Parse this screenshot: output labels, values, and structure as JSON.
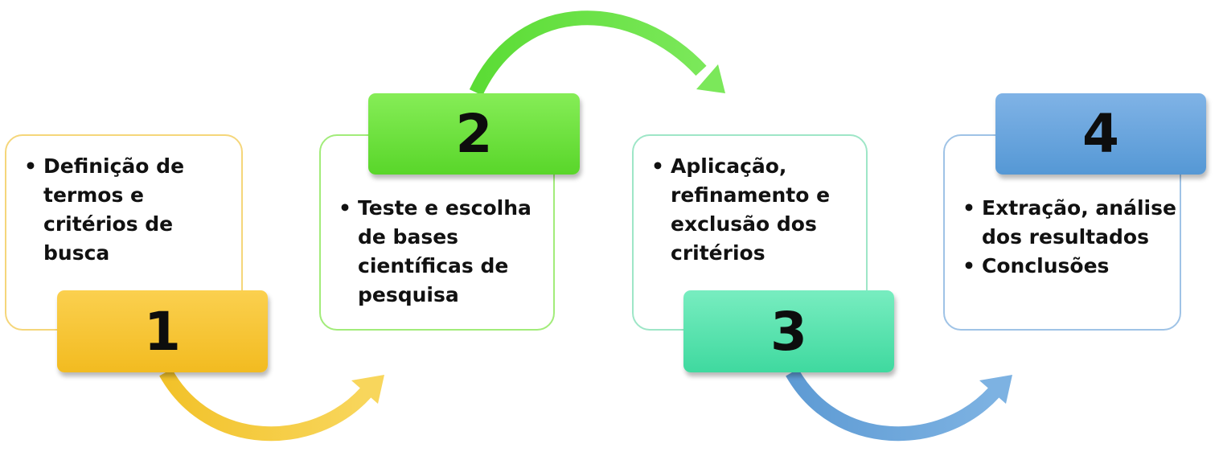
{
  "steps": [
    {
      "number": "1",
      "items": [
        "Definição de termos e critérios de busca"
      ]
    },
    {
      "number": "2",
      "items": [
        "Teste e escolha de bases científicas de pesquisa"
      ]
    },
    {
      "number": "3",
      "items": [
        "Aplicação, refinamento e exclusão dos critérios"
      ]
    },
    {
      "number": "4",
      "items": [
        "Extração, análise dos resultados",
        "Conclusões"
      ]
    }
  ],
  "colors": {
    "step1": "#f2bb20",
    "step2": "#59d62a",
    "step3": "#3fd99f",
    "step4": "#5598d5"
  }
}
